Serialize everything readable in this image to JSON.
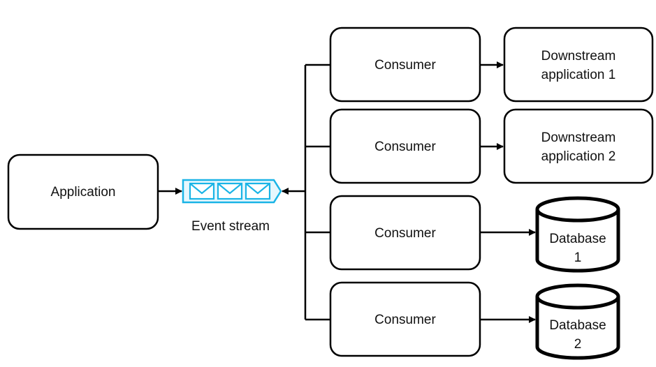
{
  "nodes": {
    "application": "Application",
    "event_stream": "Event stream",
    "consumers": [
      "Consumer",
      "Consumer",
      "Consumer",
      "Consumer"
    ],
    "downstream_1": [
      "Downstream",
      "application 1"
    ],
    "downstream_2": [
      "Downstream",
      "application 2"
    ],
    "database_1": [
      "Database",
      "1"
    ],
    "database_2": [
      "Database",
      "2"
    ]
  },
  "colors": {
    "stroke": "#000000",
    "event_stream_accent": "#1ab4e6",
    "event_stream_fill": "#e6f7fd"
  }
}
